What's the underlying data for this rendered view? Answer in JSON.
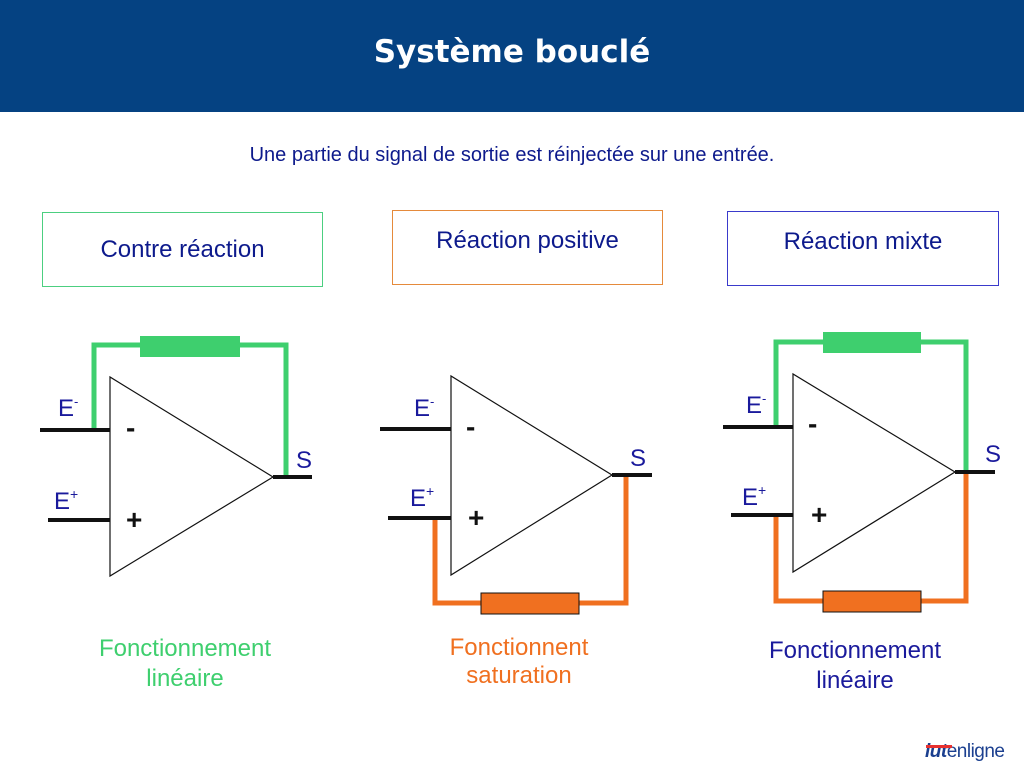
{
  "header": {
    "title": "Système bouclé",
    "background": "#054282"
  },
  "subtitle": "Une partie du signal de sortie est réinjectée sur une entrée.",
  "colors": {
    "green": "#3ecf6e",
    "orange": "#f07020",
    "blue": "#1a1a9c",
    "black": "#111111"
  },
  "diagrams": [
    {
      "box_label": "Contre réaction",
      "input_minus": "E",
      "input_minus_sup": "-",
      "input_plus": "E",
      "input_plus_sup": "+",
      "sign_minus": "-",
      "sign_plus": "+",
      "output": "S",
      "feedback": "negative",
      "caption_line1": "Fonctionnement",
      "caption_line2": "linéaire",
      "caption_color": "#3ecf6e"
    },
    {
      "box_label": "Réaction positive",
      "input_minus": "E",
      "input_minus_sup": "-",
      "input_plus": "E",
      "input_plus_sup": "+",
      "sign_minus": "-",
      "sign_plus": "+",
      "output": "S",
      "feedback": "positive",
      "caption_line1": "Fonctionnent",
      "caption_line2": "saturation",
      "caption_color": "#f07020"
    },
    {
      "box_label": "Réaction mixte",
      "input_minus": "E",
      "input_minus_sup": "-",
      "input_plus": "E",
      "input_plus_sup": "+",
      "sign_minus": "-",
      "sign_plus": "+",
      "output": "S",
      "feedback": "mixed",
      "caption_line1": "Fonctionnement",
      "caption_line2": "linéaire",
      "caption_color": "#1a1a9c"
    }
  ],
  "logo": {
    "part1": "iut",
    "part2": "en",
    "part3": "ligne"
  }
}
